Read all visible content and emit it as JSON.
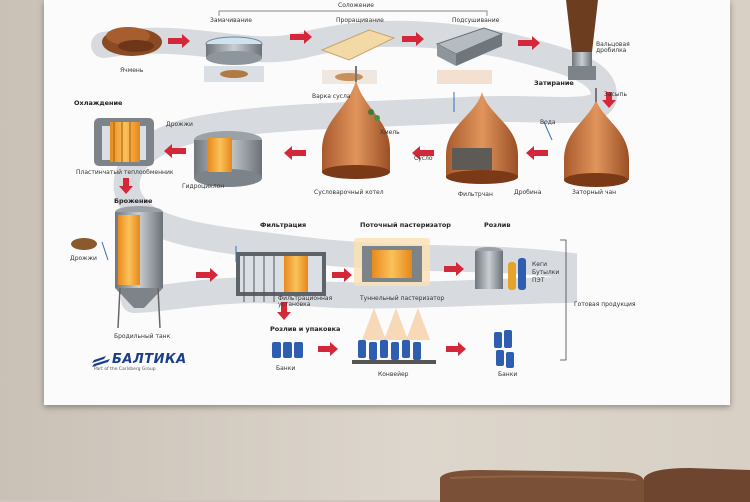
{
  "labels": {
    "soloshenie": "Соложение",
    "zamachivanie": "Замачивание",
    "prorashivanie": "Проращивание",
    "podsushivanie": "Подсушивание",
    "yachmen": "Ячмень",
    "varka_susla": "Варка сусла",
    "valtsovaya": "Вальцовая дробилка",
    "zatiranie": "Затирание",
    "zasyp": "Засыпь",
    "ohlazhdenie": "Охлаждение",
    "drozhzhi_top": "Дрожжи",
    "hmel": "Хмель",
    "voda": "Вода",
    "susla": "Сусло",
    "plastinchaty": "Пластинчатый теплообменник",
    "gidrotsiklon": "Гидроциклон",
    "susloVarochny": "Сусловарочный котел",
    "filtrchan": "Фильтрчан",
    "drobina": "Дробина",
    "zatorny": "Заторный чан",
    "brozhenie": "Брожение",
    "drozhzhi": "Дрожжи",
    "filtratsiya": "Фильтрация",
    "potochny": "Поточный пастеризатор",
    "rozliv": "Розлив",
    "kegi": "Кеги",
    "butylki": "Бутылки",
    "pet": "ПЭТ",
    "gotovaya": "Готовая продукция",
    "filtratsionnaya": "Фильтрационная установка",
    "tunnelny": "Туннельный пастеризатор",
    "brodilny": "Бродильный танк",
    "rozliv_upakovka": "Розлив и упаковка",
    "banki": "Банки",
    "konveyer": "Конвейер",
    "banki2": "Банки",
    "logo": "БАЛТИКА",
    "logo_sub": "Part of the Carlsberg Group"
  },
  "colors": {
    "arrow": "#d4283a",
    "path": "#c9cdd2",
    "copper": "#c77a45",
    "beer": "#f1a73a",
    "steel": "#8e969d",
    "logo": "#1c3f8a"
  }
}
